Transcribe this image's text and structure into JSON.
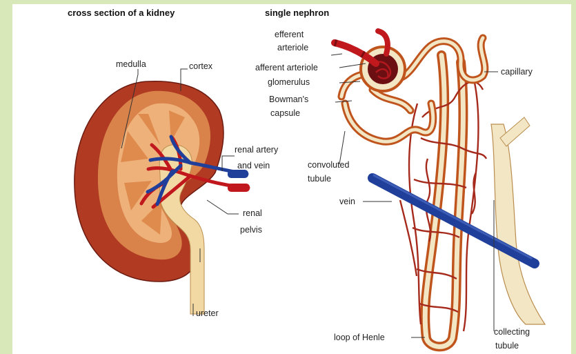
{
  "titles": {
    "kidney": "cross section of a kidney",
    "nephron": "single nephron"
  },
  "kidney_labels": {
    "medulla": "medulla",
    "cortex": "cortex",
    "renal_artery_line1": "renal artery",
    "renal_artery_line2": "and vein",
    "renal_pelvis_line1": "renal",
    "renal_pelvis_line2": "pelvis",
    "ureter": "ureter"
  },
  "nephron_labels": {
    "efferent_line1": "efferent",
    "efferent_line2": "arteriole",
    "afferent": "afferent arteriole",
    "glomerulus": "glomerulus",
    "bowman_line1": "Bowman's",
    "bowman_line2": "capsule",
    "capillary": "capillary",
    "convoluted_line1": "convoluted",
    "convoluted_line2": "tubule",
    "vein": "vein",
    "loop_of_henle": "loop of Henle",
    "collecting_line1": "collecting",
    "collecting_line2": "tubule"
  },
  "colors": {
    "background": "#d9e8b8",
    "kidney_outer": "#b03a22",
    "kidney_inner": "#e8a66a",
    "artery": "#c0181d",
    "vein": "#1f3f9a",
    "tubule": "#f3e6c4"
  }
}
